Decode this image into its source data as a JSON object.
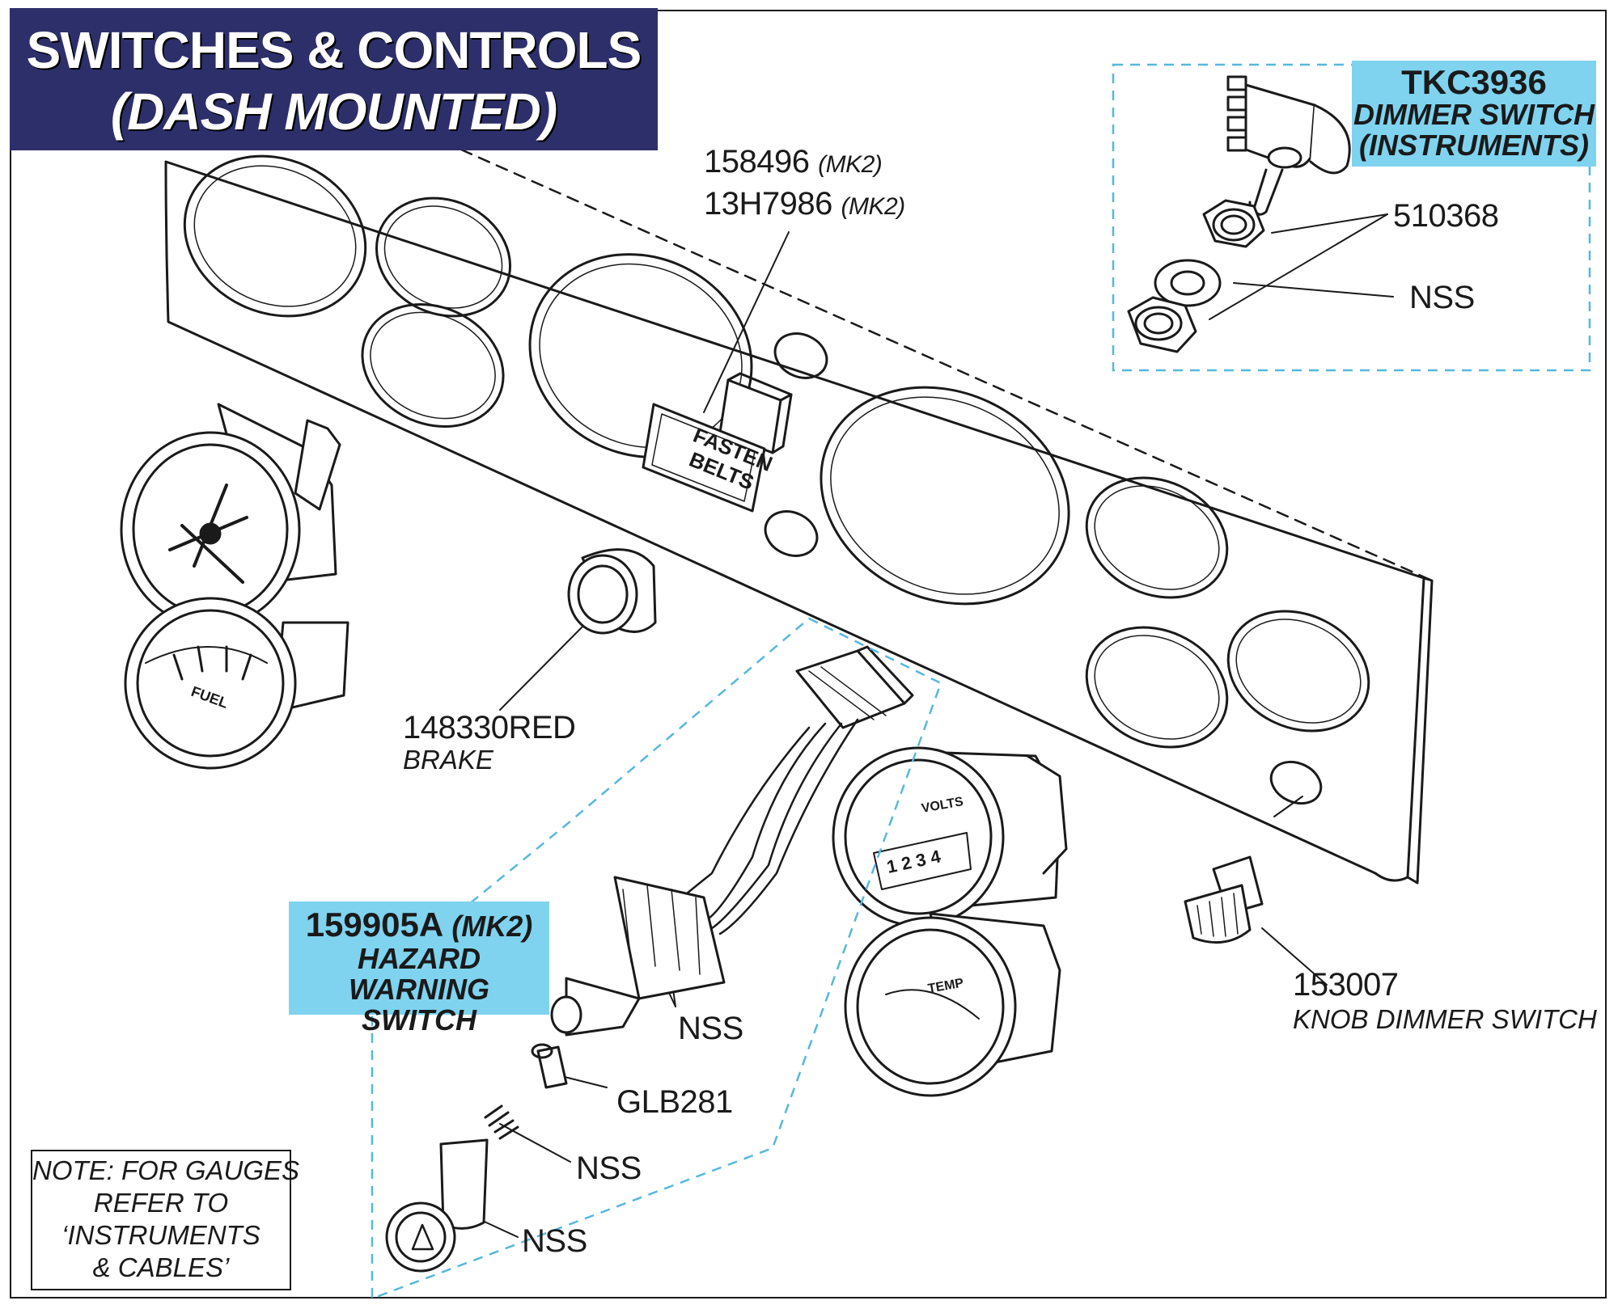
{
  "title": {
    "line1": "SWITCHES & CONTROLS",
    "line2": "(DASH MOUNTED)",
    "bg_color": "#2d2f6b"
  },
  "callouts": {
    "dimmer": {
      "part": "TKC3936",
      "line2": "DIMMER SWITCH",
      "line3": "(INSTRUMENTS)"
    },
    "hazard": {
      "part": "159905A",
      "variant": "(MK2)",
      "line2": "HAZARD WARNING",
      "line3": "SWITCH"
    },
    "bg_color": "#7fd3ef"
  },
  "labels": {
    "fasten_part1": "158496",
    "fasten_variant1": "(MK2)",
    "fasten_part2": "13H7986",
    "fasten_variant2": "(MK2)",
    "nut": "510368",
    "washer": "NSS",
    "brake_part": "148330RED",
    "brake_desc": "BRAKE",
    "knob_part": "153007",
    "knob_desc": "KNOB DIMMER SWITCH",
    "switch_body": "NSS",
    "bulb": "GLB281",
    "spring": "NSS",
    "cap": "NSS"
  },
  "panel_text": {
    "fasten_line1": "FASTEN",
    "fasten_line2": "BELTS"
  },
  "gauge_text": {
    "fuel": "FUEL",
    "volts": "VOLTS",
    "temp": "TEMP",
    "volts_scale": "1 2 3 4"
  },
  "note": {
    "line1": "NOTE: FOR GAUGES",
    "line2": "REFER TO",
    "line3": "‘INSTRUMENTS",
    "line4": "& CABLES’"
  },
  "colors": {
    "ink": "#1a1a1a",
    "dashed_boundary": "#56b8dc"
  }
}
